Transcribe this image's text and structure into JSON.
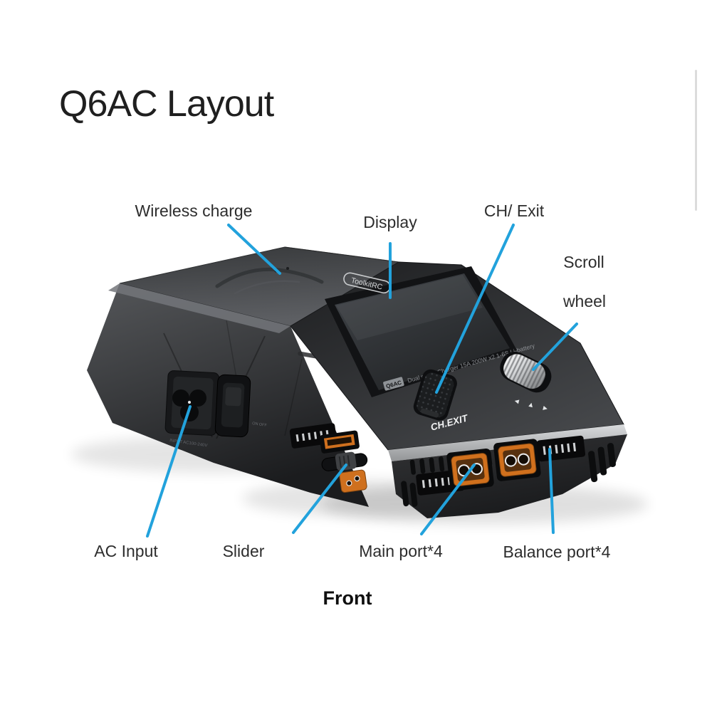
{
  "title": "Q6AC Layout",
  "view_label": "Front",
  "annotations": [
    {
      "label": "Wireless charge"
    },
    {
      "label": "Display"
    },
    {
      "label": "CH/ Exit"
    },
    {
      "label": "Scroll wheel",
      "line1": "Scroll",
      "line2": "wheel"
    },
    {
      "label": "AC Input"
    },
    {
      "label": "Slider"
    },
    {
      "label": "Main port*4"
    },
    {
      "label": "Balance port*4"
    }
  ],
  "device": {
    "brand": "ToolkitRC",
    "model_badge": "Q6AC",
    "screen_caption": "Dual smart Charger 15A 200W x2 1-6S Li-battery",
    "button_label": "CH.EXIT",
    "ac_label": "INPUT AC100-240V",
    "switch_label": "ON OFF",
    "wheel_arrows": "◄ ▲ ►"
  },
  "colors": {
    "leader_line": "#22a2dc",
    "connector_orange": "#d0701d",
    "body_dark": "#2a2b2d",
    "trim_silver": "#c9cbcd"
  }
}
